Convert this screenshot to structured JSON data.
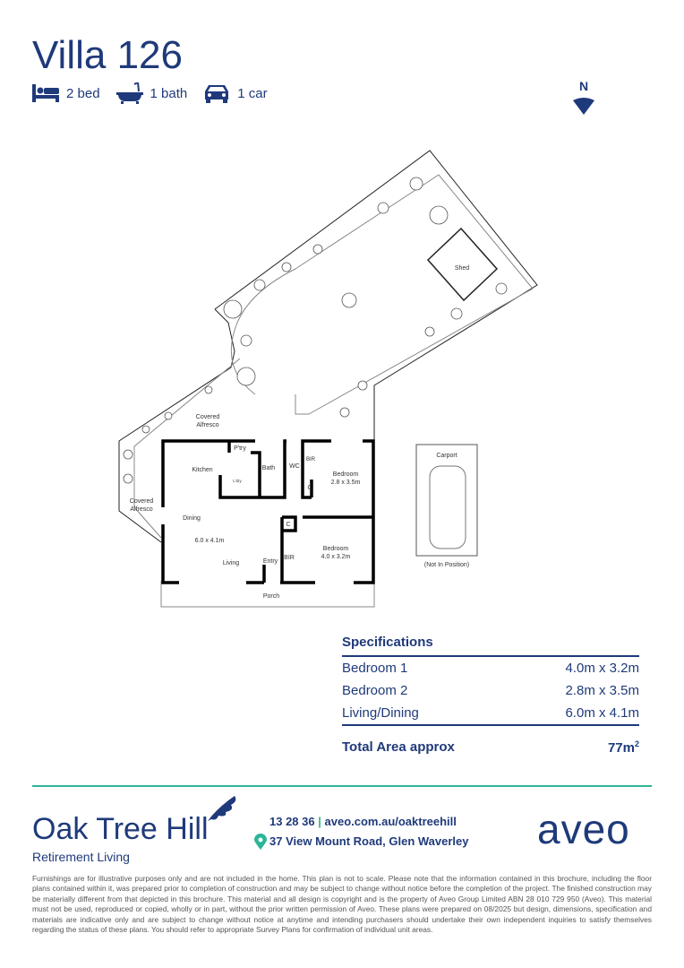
{
  "header": {
    "title": "Villa 126",
    "features": [
      {
        "icon": "bed-icon",
        "label": "2 bed"
      },
      {
        "icon": "bath-icon",
        "label": "1 bath"
      },
      {
        "icon": "car-icon",
        "label": "1 car"
      }
    ],
    "north_label": "N"
  },
  "plan": {
    "labels": {
      "covered_alfresco_top": [
        "Covered",
        "Alfresco"
      ],
      "covered_alfresco_left": [
        "Covered",
        "Alfresco"
      ],
      "shed": "Shed",
      "ptry": "P'try",
      "kitchen": "Kitchen",
      "bath": "Bath",
      "wc": "WC",
      "bir_top": "BIR",
      "c_top": "C",
      "bedroom_top": "Bedroom",
      "bedroom_top_size": "2.8 x 3.5m",
      "ldry": "L'dry",
      "dining": "Dining",
      "living_size": "6.0 x 4.1m",
      "living": "Living",
      "entry": "Entry",
      "c_mid": "C",
      "bir_mid": "BIR",
      "bedroom_bottom": "Bedroom",
      "bedroom_bottom_size": "4.0 x 3.2m",
      "porch": "Porch",
      "carport": "Carport",
      "not_in_position": "(Not In Position)"
    }
  },
  "specifications": {
    "title": "Specifications",
    "rows": [
      {
        "room": "Bedroom 1",
        "size": "4.0m x 3.2m"
      },
      {
        "room": "Bedroom 2",
        "size": "2.8m x 3.5m"
      },
      {
        "room": "Living/Dining",
        "size": "6.0m x 4.1m"
      }
    ],
    "total_label": "Total Area approx",
    "total_value": "77m",
    "total_unit_sup": "2"
  },
  "footer": {
    "brand": "Oak Tree Hill",
    "brand_sub": "Retirement Living",
    "phone": "13 28 36",
    "separator": "|",
    "website": "aveo.com.au/oaktreehill",
    "address": "37 View Mount Road, Glen Waverley",
    "logo": "aveo",
    "disclaimer": "Furnishings are for illustrative purposes only and are not included in the home. This plan is not to scale. Please note that the information contained in this brochure, including the floor plans contained within it, was prepared prior to completion of construction and may be subject to change without notice before the completion of the project. The finished construction may be materially different from that depicted in this brochure. This material and all design is copyright and is the property of Aveo Group Limited ABN 28 010 729 950 (Aveo). This material must not be used, reproduced or copied, wholly or in part, without the prior written permission of Aveo. These plans were prepared on 08/2025 but design, dimensions, specification and materials are indicative only and are subject to change without notice at anytime and intending purchasers should undertake their own independent inquiries to satisfy themselves regarding the status of these plans. You should refer to appropriate Survey Plans for confirmation of individual unit areas."
  },
  "colors": {
    "navy": "#1f3a7a",
    "teal": "#2bb596",
    "text_grey": "#555555"
  }
}
